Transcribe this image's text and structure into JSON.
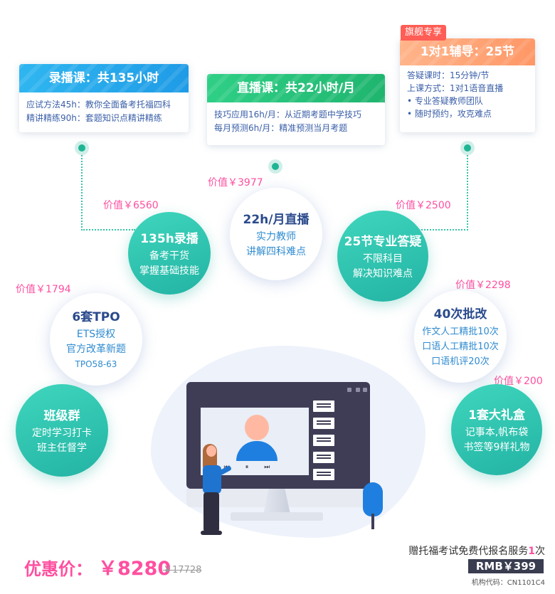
{
  "cards": {
    "recorded": {
      "title": "录播课：共135小时",
      "lines": [
        "应试方法45h：教你全面备考托福四科",
        "精讲精练90h：套题知识点精讲精练"
      ]
    },
    "live": {
      "title": "直播课：共22小时/月",
      "lines": [
        "技巧应用16h/月：从近期考题中学技巧",
        "每月预测6h/月：精准预测当月考题"
      ]
    },
    "tutor": {
      "flag": "旗舰专享",
      "title": "1对1辅导：25节",
      "lines": [
        "答疑课时：15分钟/节",
        "上课方式：1对1语音直播",
        "• 专业答疑教师团队",
        "• 随时预约，攻克难点"
      ]
    }
  },
  "features": {
    "recorded": {
      "title": "135h录播",
      "lines": [
        "备考干货",
        "掌握基础技能"
      ],
      "price": "价值￥6560"
    },
    "live": {
      "title": "22h/月直播",
      "lines": [
        "实力教师",
        "讲解四科难点"
      ],
      "price": "价值￥3977"
    },
    "qa": {
      "title": "25节专业答疑",
      "lines": [
        "不限科目",
        "解决知识难点"
      ],
      "price": "价值￥2500"
    },
    "tpo": {
      "title": "6套TPO",
      "lines": [
        "ETS授权",
        "官方改革新题",
        "TPO58-63"
      ],
      "price": "价值￥1794"
    },
    "grading": {
      "title": "40次批改",
      "lines": [
        "作文人工精批10次",
        "口语人工精批10次",
        "口语机评20次"
      ],
      "price": "价值￥2298"
    },
    "group": {
      "title": "班级群",
      "lines": [
        "定时学习打卡",
        "班主任督学"
      ]
    },
    "gift": {
      "title": "1套大礼盒",
      "lines": [
        "记事本,帆布袋",
        "书签等9样礼物"
      ],
      "price": "价值￥200"
    }
  },
  "player": {
    "prev": "⏮",
    "pause": "⏸",
    "next": "⏭"
  },
  "bottom": {
    "promo_label": "优惠价：",
    "promo_price": "￥8280",
    "original_price": "￥17728",
    "gift_text_before": "赠托福考试免费代报名服务",
    "gift_count": "1",
    "gift_text_after": "次",
    "rmb": "RMB￥399",
    "code": "机构代码：CN1101C4"
  }
}
